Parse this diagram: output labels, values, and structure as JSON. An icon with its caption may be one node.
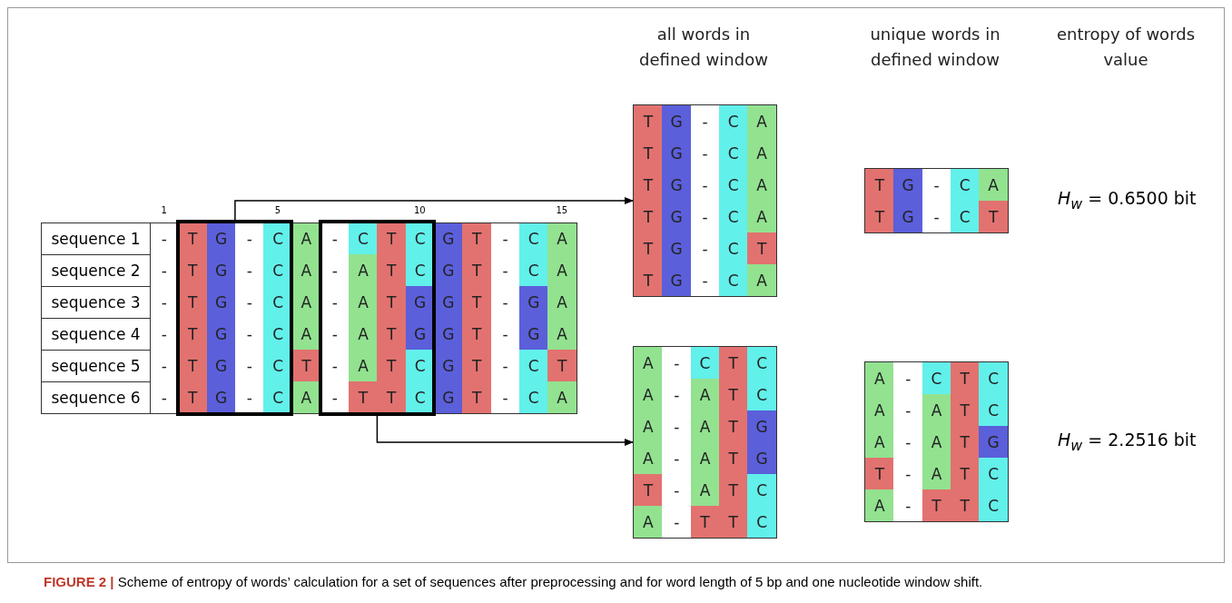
{
  "diagram": {
    "caption": "**FIGURE 2 |** Scheme of entropy of words’ calculation for a set of sequences after preprocessing and for word length of 5 bp and one nucleotide window shift.",
    "nodes": [
      {
        "text": [],
        "shape": "box"
      },
      {
        "text": [],
        "shape": "box"
      },
      {
        "text": [],
        "shape": "box"
      },
      {
        "text": [],
        "shape": "box"
      }
    ],
    "edges": [
      {
        "from": 0,
        "to": 2,
        "arrow": "to"
      },
      {
        "from": 1,
        "to": 3,
        "arrow": "to"
      }
    ],
    "labels": [
      "all words in defined window",
      "unique words in defined window",
      "entropy of words value",
      "1",
      "5",
      "10",
      "15",
      "sequence 1",
      "-",
      "T",
      "G",
      "-",
      "C",
      "A",
      "-",
      "C",
      "T",
      "C",
      "G",
      "T",
      "-",
      "C",
      "A",
      "sequence 2",
      "-",
      "T",
      "G",
      "-",
      "C",
      "A",
      "-",
      "A",
      "T",
      "C",
      "G",
      "T",
      "-",
      "C",
      "A",
      "sequence 3",
      "-",
      "T",
      "G",
      "-",
      "C",
      "A",
      "-",
      "A",
      "T",
      "G",
      "G",
      "T",
      "-",
      "G",
      "A",
      "sequence 4",
      "-",
      "T",
      "G",
      "-",
      "C",
      "A",
      "-",
      "A",
      "T",
      "G",
      "G",
      "T",
      "-",
      "G",
      "A",
      "sequence 5",
      "-",
      "T",
      "G",
      "-",
      "C",
      "T",
      "-",
      "A",
      "T",
      "C",
      "G",
      "T",
      "-",
      "C",
      "T",
      "sequence 6",
      "-",
      "T",
      "G",
      "-",
      "C",
      "A",
      "-",
      "T",
      "T",
      "C",
      "G",
      "T",
      "-",
      "C",
      "A",
      "T",
      "G",
      "-",
      "C",
      "A",
      "T",
      "G",
      "-",
      "C",
      "A",
      "T",
      "G",
      "-",
      "C",
      "A",
      "T",
      "G",
      "-",
      "C",
      "A",
      "T",
      "G",
      "-",
      "C",
      "T",
      "T",
      "G",
      "-",
      "C",
      "A",
      "T",
      "G",
      "-",
      "C",
      "A",
      "T",
      "G",
      "-",
      "C",
      "T",
      "*H*$_{w}$ = 0.6500 bit",
      "A",
      "-",
      "C",
      "T",
      "C",
      "A",
      "-",
      "A",
      "T",
      "C",
      "A",
      "-",
      "A",
      "T",
      "G",
      "A",
      "-",
      "A",
      "T",
      "G",
      "T",
      "-",
      "A",
      "T",
      "C",
      "A",
      "-",
      "T",
      "T",
      "C",
      "A",
      "-",
      "C",
      "T",
      "C",
      "A",
      "-",
      "A",
      "T",
      "C",
      "A",
      "-",
      "A",
      "T",
      "G",
      "T",
      "-",
      "A",
      "T",
      "C",
      "A",
      "-",
      "T",
      "T",
      "C",
      "*H*$_{w}$ = 2.2516 bit"
    ]
  }
}
